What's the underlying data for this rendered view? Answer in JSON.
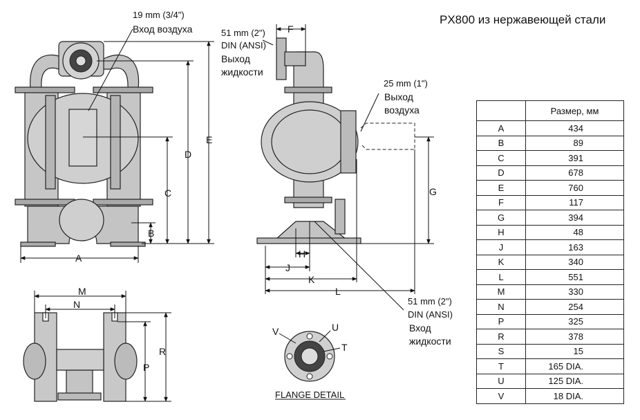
{
  "title": "PX800 из нержавеющей стали",
  "labels": {
    "air_inlet_size": "19 mm (3/4\")",
    "air_inlet": "Вход воздуха",
    "fluid_outlet_size": "51 mm (2\")",
    "fluid_outlet_std": "DIN (ANSI)",
    "fluid_outlet_1": "Выход",
    "fluid_outlet_2": "жидкости",
    "air_exhaust_size": "25 mm (1\")",
    "air_exhaust_1": "Выход",
    "air_exhaust_2": "воздуха",
    "fluid_inlet_size": "51 mm (2\")",
    "fluid_inlet_std": "DIN (ANSI)",
    "fluid_inlet_1": "Вход",
    "fluid_inlet_2": "жидкости",
    "flange_detail": "FLANGE DETAIL"
  },
  "dim_letters": {
    "A": "A",
    "B": "B",
    "C": "C",
    "D": "D",
    "E": "E",
    "F": "F",
    "G": "G",
    "H": "H",
    "J": "J",
    "K": "K",
    "L": "L",
    "M": "M",
    "N": "N",
    "P": "P",
    "R": "R",
    "T": "T",
    "U": "U",
    "V": "V"
  },
  "table": {
    "header": "Размер, мм",
    "rows": [
      {
        "key": "A",
        "value": "434"
      },
      {
        "key": "B",
        "value": "89"
      },
      {
        "key": "C",
        "value": "391"
      },
      {
        "key": "D",
        "value": "678"
      },
      {
        "key": "E",
        "value": "760"
      },
      {
        "key": "F",
        "value": "117"
      },
      {
        "key": "G",
        "value": "394"
      },
      {
        "key": "H",
        "value": "48"
      },
      {
        "key": "J",
        "value": "163"
      },
      {
        "key": "K",
        "value": "340"
      },
      {
        "key": "L",
        "value": "551"
      },
      {
        "key": "M",
        "value": "330"
      },
      {
        "key": "N",
        "value": "254"
      },
      {
        "key": "P",
        "value": "325"
      },
      {
        "key": "R",
        "value": "378"
      },
      {
        "key": "S",
        "value": "15"
      },
      {
        "key": "T",
        "value": "165 DIA."
      },
      {
        "key": "U",
        "value": "125 DIA."
      },
      {
        "key": "V",
        "value": "18 DIA."
      }
    ]
  }
}
